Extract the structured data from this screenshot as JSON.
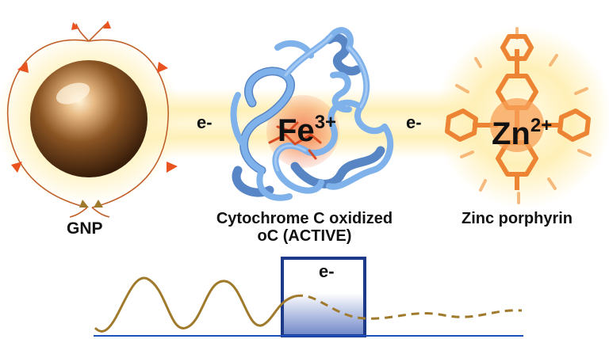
{
  "labels": {
    "gnp": "GNP",
    "cytochrome_line1": "Cytochrome C oxidized",
    "cytochrome_line2": "oC (ACTIVE)",
    "zinc": "Zinc porphyrin",
    "electron_left": "e-",
    "electron_right": "e-",
    "electron_barrier": "e-",
    "iron_symbol": "Fe",
    "iron_charge": "3+",
    "zinc_symbol": "Zn",
    "zinc_charge": "2+"
  },
  "colors": {
    "glow": "#fff0b8",
    "field_lines": "#c0602a",
    "arrow": "#e8531f",
    "protein": "#6fa3e0",
    "heme": "#e06030",
    "porphyrin": "#f08a3c",
    "wave": "#a07a2c",
    "barrier": "#1d3a8a",
    "baseline": "#1d4fbf"
  },
  "icons": [
    "gold-nanoparticle-icon",
    "cytochrome-protein-icon",
    "zinc-porphyrin-icon",
    "tunneling-barrier-icon"
  ]
}
